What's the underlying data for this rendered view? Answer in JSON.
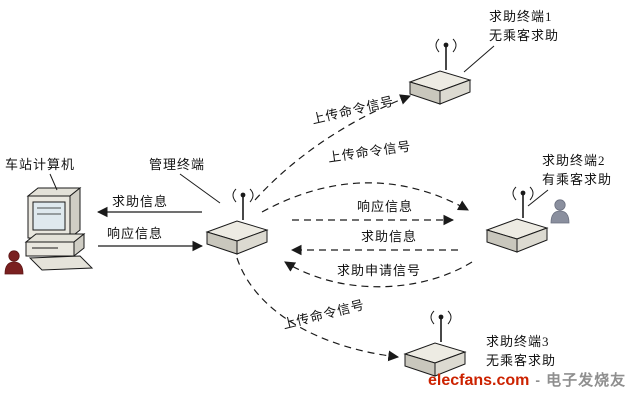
{
  "diagram": {
    "nodes": {
      "station_computer": {
        "label": "车站计算机"
      },
      "management_terminal": {
        "label": "管理终端"
      },
      "terminal_1": {
        "label": "求助终端1",
        "status": "无乘客求助"
      },
      "terminal_2": {
        "label": "求助终端2",
        "status": "有乘客求助"
      },
      "terminal_3": {
        "label": "求助终端3",
        "status": "无乘客求助"
      }
    },
    "links": {
      "help_info": "求助信息",
      "response_info": "响应信息",
      "upload_command": "上传命令信号",
      "help_request": "求助申请信号"
    }
  },
  "watermark": {
    "brand": "elecfans.com",
    "separator": "-",
    "suffix": "电子发烧友"
  },
  "colors": {
    "line": "#1a1a1a",
    "brand_red": "#cc2200",
    "watermark_gray": "#8f8f8f"
  }
}
